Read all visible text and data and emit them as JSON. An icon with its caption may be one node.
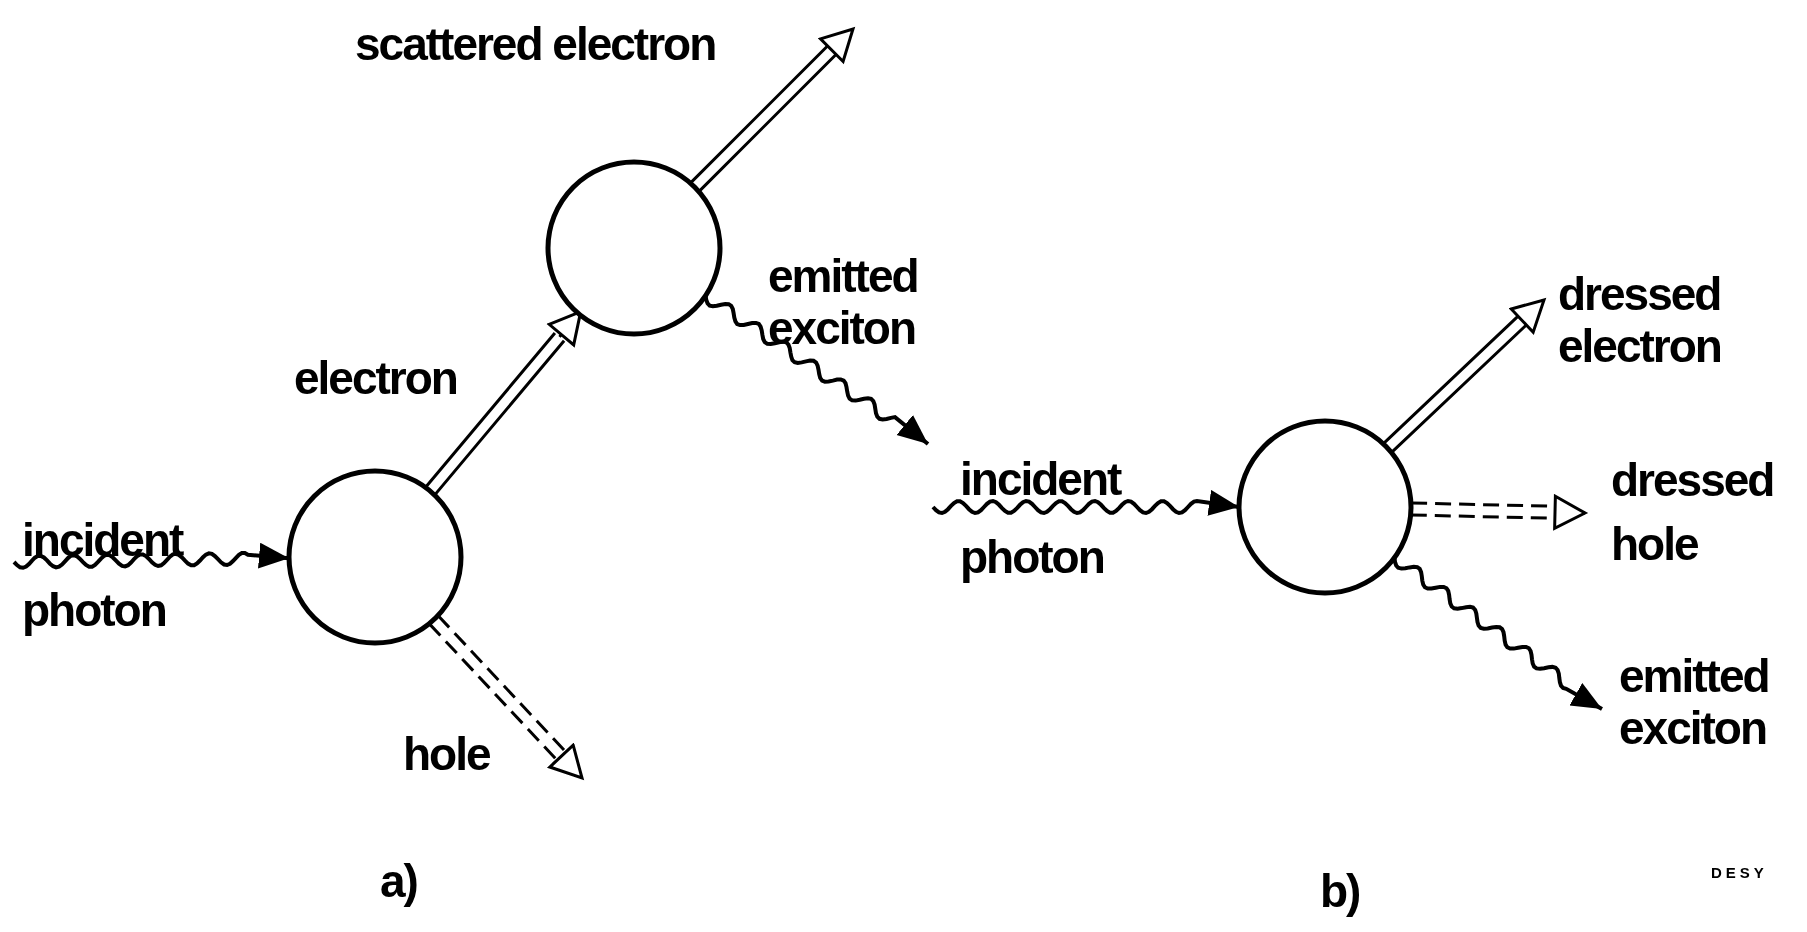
{
  "diagram": {
    "nodes": [
      {
        "text": [],
        "shape": "circle"
      },
      {
        "text": [],
        "shape": "circle"
      },
      {
        "text": [],
        "shape": "circle"
      }
    ],
    "edges": [
      {
        "from": null,
        "to": 0,
        "arrow": "to",
        "label": "incident photon"
      },
      {
        "from": 0,
        "to": 1,
        "arrow": "to",
        "label": "electron"
      },
      {
        "from": 0,
        "to": null,
        "arrow": "to",
        "label": "hole",
        "style": "dashed"
      },
      {
        "from": 1,
        "to": null,
        "arrow": "to",
        "label": "scattered electron"
      },
      {
        "from": 1,
        "to": null,
        "arrow": "to",
        "label": "emitted exciton"
      },
      {
        "from": null,
        "to": 2,
        "arrow": "to",
        "label": "incident photon"
      },
      {
        "from": 2,
        "to": null,
        "arrow": "to",
        "label": "dressed electron"
      },
      {
        "from": 2,
        "to": null,
        "arrow": "to",
        "label": "dressed hole",
        "style": "dashed"
      },
      {
        "from": 2,
        "to": null,
        "arrow": "to",
        "label": "emitted exciton"
      }
    ],
    "labels": [
      "a)",
      "b)",
      "DESY"
    ]
  }
}
